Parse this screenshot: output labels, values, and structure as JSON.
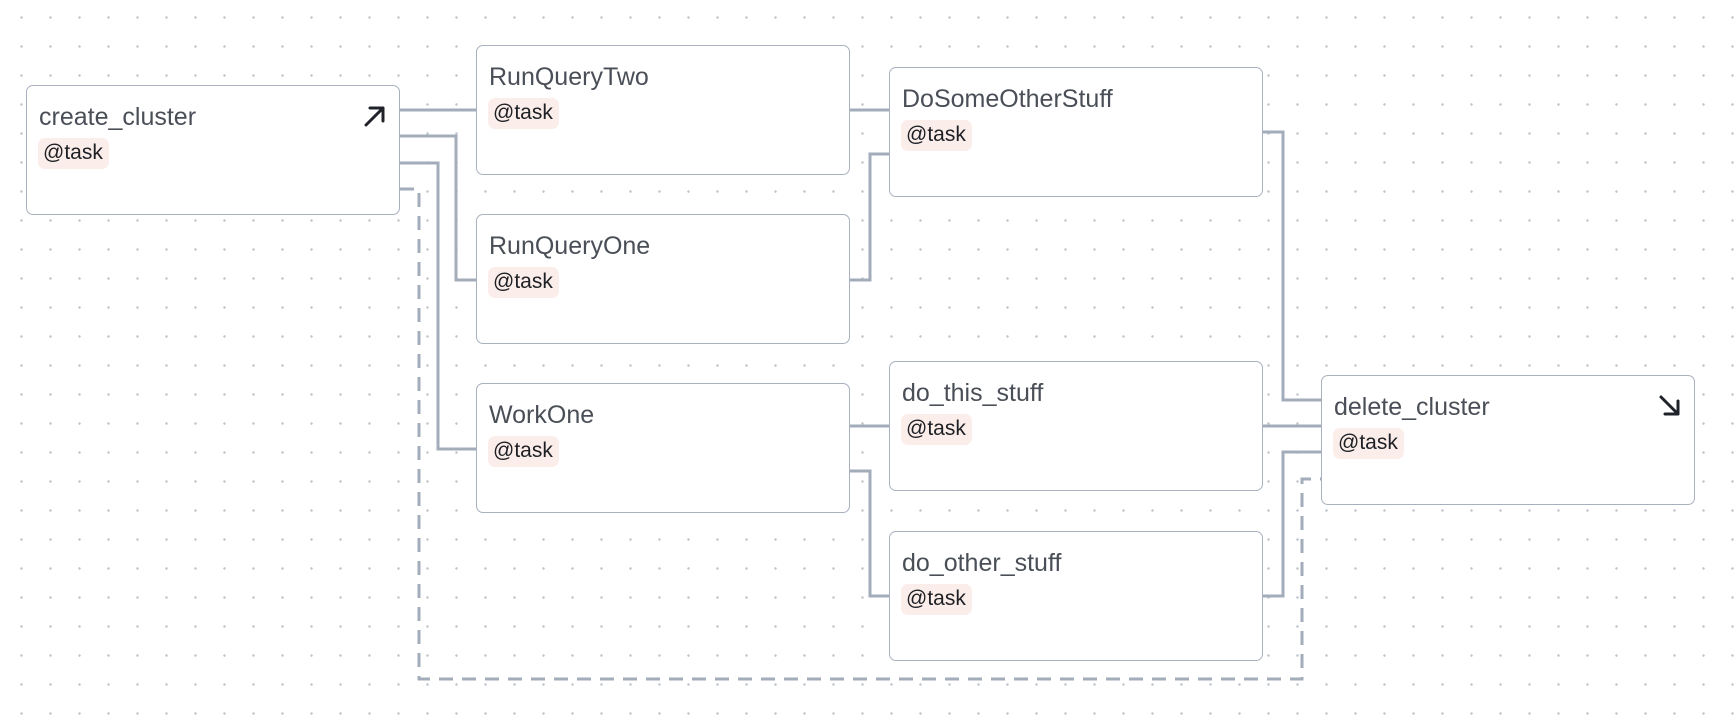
{
  "diagram": {
    "nodes": [
      {
        "id": "create_cluster",
        "label": "create_cluster",
        "badge": "@task",
        "icon": "arrow-up-right-icon"
      },
      {
        "id": "RunQueryTwo",
        "label": "RunQueryTwo",
        "badge": "@task"
      },
      {
        "id": "RunQueryOne",
        "label": "RunQueryOne",
        "badge": "@task"
      },
      {
        "id": "WorkOne",
        "label": "WorkOne",
        "badge": "@task"
      },
      {
        "id": "DoSomeOtherStuff",
        "label": "DoSomeOtherStuff",
        "badge": "@task"
      },
      {
        "id": "do_this_stuff",
        "label": "do_this_stuff",
        "badge": "@task"
      },
      {
        "id": "do_other_stuff",
        "label": "do_other_stuff",
        "badge": "@task"
      },
      {
        "id": "delete_cluster",
        "label": "delete_cluster",
        "badge": "@task",
        "icon": "arrow-down-right-icon"
      }
    ],
    "edges": [
      {
        "from": "create_cluster",
        "to": "RunQueryTwo",
        "style": "solid"
      },
      {
        "from": "create_cluster",
        "to": "RunQueryOne",
        "style": "solid"
      },
      {
        "from": "create_cluster",
        "to": "WorkOne",
        "style": "solid"
      },
      {
        "from": "create_cluster",
        "to": "delete_cluster",
        "style": "dashed"
      },
      {
        "from": "RunQueryTwo",
        "to": "DoSomeOtherStuff",
        "style": "solid"
      },
      {
        "from": "RunQueryOne",
        "to": "DoSomeOtherStuff",
        "style": "solid"
      },
      {
        "from": "WorkOne",
        "to": "do_this_stuff",
        "style": "solid"
      },
      {
        "from": "WorkOne",
        "to": "do_other_stuff",
        "style": "solid"
      },
      {
        "from": "DoSomeOtherStuff",
        "to": "delete_cluster",
        "style": "solid"
      },
      {
        "from": "do_this_stuff",
        "to": "delete_cluster",
        "style": "solid"
      },
      {
        "from": "do_other_stuff",
        "to": "delete_cluster",
        "style": "solid"
      }
    ],
    "colors": {
      "edge": "#a3acbb",
      "node_border": "#a9b1bf",
      "badge_background": "#fbeeea",
      "canvas_dot": "#c3c8d0"
    }
  }
}
